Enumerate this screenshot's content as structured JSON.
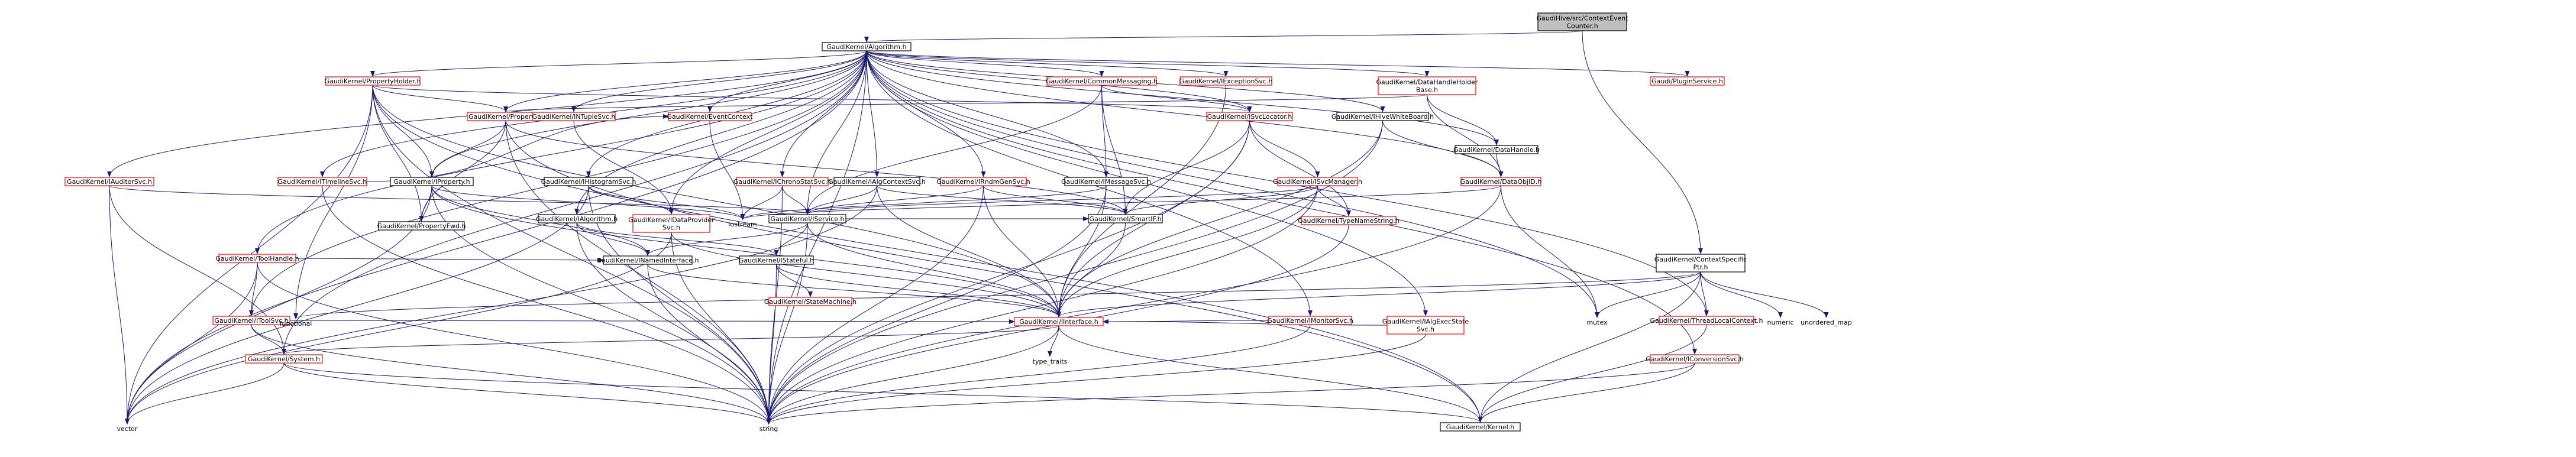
{
  "diagram": {
    "colors": {
      "edge": "#191970",
      "node_border_normal": "#000000",
      "node_border_linked": "#ff0000",
      "node_fill": "#ffffff",
      "root_fill": "#bfbfbf",
      "text": "#000000"
    },
    "nodes": [
      {
        "id": "root",
        "lines": [
          "GaudiHive/src/ContextEvent",
          "Counter.h"
        ],
        "style": "root"
      },
      {
        "id": "alg",
        "lines": [
          "GaudiKernel/Algorithm.h"
        ],
        "style": "normal"
      },
      {
        "id": "ctx",
        "lines": [
          "GaudiKernel/ContextSpecific",
          "Ptr.h"
        ],
        "style": "normal"
      },
      {
        "id": "iaudsvc",
        "lines": [
          "GaudiKernel/IAuditorSvc.h"
        ],
        "style": "linked"
      },
      {
        "id": "prophold",
        "lines": [
          "GaudiKernel/PropertyHolder.h"
        ],
        "style": "linked"
      },
      {
        "id": "itimsvc",
        "lines": [
          "GaudiKernel/ITimelineSvc.h"
        ],
        "style": "linked"
      },
      {
        "id": "itoolh",
        "lines": [
          "GaudiKernel/ToolHandle.h"
        ],
        "style": "linked"
      },
      {
        "id": "iprop",
        "lines": [
          "GaudiKernel/IProperty.h"
        ],
        "style": "normal"
      },
      {
        "id": "prop",
        "lines": [
          "GaudiKernel/Property.h"
        ],
        "style": "linked"
      },
      {
        "id": "intup",
        "lines": [
          "GaudiKernel/INTupleSvc.h"
        ],
        "style": "linked"
      },
      {
        "id": "ihist",
        "lines": [
          "GaudiKernel/IHistogramSvc.h"
        ],
        "style": "normal"
      },
      {
        "id": "ialg",
        "lines": [
          "GaudiKernel/IAlgorithm.h"
        ],
        "style": "normal"
      },
      {
        "id": "ievctx",
        "lines": [
          "GaudiKernel/EventContext"
        ],
        "style": "linked"
      },
      {
        "id": "ichrono",
        "lines": [
          "GaudiKernel/IChronoStatSvc.h"
        ],
        "style": "linked"
      },
      {
        "id": "idp",
        "lines": [
          "GaudiKernel/IDataProvider",
          "Svc.h"
        ],
        "style": "linked"
      },
      {
        "id": "ialgctx",
        "lines": [
          "GaudiKernel/IAlgContextSvc.h"
        ],
        "style": "normal"
      },
      {
        "id": "irndm",
        "lines": [
          "GaudiKernel/IRndmGenSvc.h"
        ],
        "style": "linked"
      },
      {
        "id": "commsg",
        "lines": [
          "GaudiKernel/CommonMessaging.h"
        ],
        "style": "linked"
      },
      {
        "id": "imsgsvc",
        "lines": [
          "GaudiKernel/IMessageSvc.h"
        ],
        "style": "normal"
      },
      {
        "id": "iexcsvc",
        "lines": [
          "GaudiKernel/IExceptionSvc.h"
        ],
        "style": "linked"
      },
      {
        "id": "isvcloc",
        "lines": [
          "GaudiKernel/ISvcLocator.h"
        ],
        "style": "linked"
      },
      {
        "id": "isvcman",
        "lines": [
          "GaudiKernel/ISvcManager.h"
        ],
        "style": "linked"
      },
      {
        "id": "typename",
        "lines": [
          "GaudiKernel/TypeNameString.h"
        ],
        "style": "linked"
      },
      {
        "id": "ihive",
        "lines": [
          "GaudiKernel/IHiveWhiteBoard.h"
        ],
        "style": "normal"
      },
      {
        "id": "dhh",
        "lines": [
          "GaudiKernel/DataHandleHolder",
          "Base.h"
        ],
        "style": "linked"
      },
      {
        "id": "dh",
        "lines": [
          "GaudiKernel/DataHandle.h"
        ],
        "style": "normal"
      },
      {
        "id": "dataobjid",
        "lines": [
          "GaudiKernel/DataObjID.h"
        ],
        "style": "linked"
      },
      {
        "id": "imonsvc",
        "lines": [
          "GaudiKernel/IMonitorSvc.h"
        ],
        "style": "linked"
      },
      {
        "id": "ialgexec",
        "lines": [
          "GaudiKernel/IAlgExecState",
          "Svc.h"
        ],
        "style": "linked"
      },
      {
        "id": "plugin",
        "lines": [
          "Gaudi/PluginService.h"
        ],
        "style": "linked"
      },
      {
        "id": "propfwd",
        "lines": [
          "GaudiKernel/PropertyFwd.h"
        ],
        "style": "normal"
      },
      {
        "id": "itoolsvc",
        "lines": [
          "GaudiKernel/IToolSvc.h"
        ],
        "style": "linked"
      },
      {
        "id": "isvc",
        "lines": [
          "GaudiKernel/IService.h"
        ],
        "style": "normal"
      },
      {
        "id": "istate",
        "lines": [
          "GaudiKernel/IStateful.h"
        ],
        "style": "normal"
      },
      {
        "id": "statem",
        "lines": [
          "GaudiKernel/StateMachine.h"
        ],
        "style": "linked"
      },
      {
        "id": "inamed",
        "lines": [
          "GaudiKernel/INamedInterface.h"
        ],
        "style": "normal"
      },
      {
        "id": "smartif",
        "lines": [
          "GaudiKernel/SmartIF.h"
        ],
        "style": "normal"
      },
      {
        "id": "iface",
        "lines": [
          "GaudiKernel/IInterface.h"
        ],
        "style": "linked"
      },
      {
        "id": "system",
        "lines": [
          "GaudiKernel/System.h"
        ],
        "style": "linked"
      },
      {
        "id": "kernel",
        "lines": [
          "GaudiKernel/Kernel.h"
        ],
        "style": "normal"
      },
      {
        "id": "tlc",
        "lines": [
          "GaudiKernel/ThreadLocalContext.h"
        ],
        "style": "linked"
      },
      {
        "id": "iconv",
        "lines": [
          "GaudiKernel/IConversionSvc.h"
        ],
        "style": "linked"
      },
      {
        "id": "iostream",
        "lines": [
          "iostream"
        ],
        "style": "plain"
      },
      {
        "id": "functional",
        "lines": [
          "functional"
        ],
        "style": "plain"
      },
      {
        "id": "typetraits",
        "lines": [
          "type_traits"
        ],
        "style": "plain"
      },
      {
        "id": "vector",
        "lines": [
          "vector"
        ],
        "style": "plain"
      },
      {
        "id": "string",
        "lines": [
          "string"
        ],
        "style": "plain"
      },
      {
        "id": "mutex",
        "lines": [
          "mutex"
        ],
        "style": "plain"
      },
      {
        "id": "numeric",
        "lines": [
          "numeric"
        ],
        "style": "plain"
      },
      {
        "id": "umap",
        "lines": [
          "unordered_map"
        ],
        "style": "plain"
      }
    ],
    "edges": [
      [
        "root",
        "alg"
      ],
      [
        "root",
        "ctx"
      ],
      [
        "alg",
        "iaudsvc"
      ],
      [
        "alg",
        "prophold"
      ],
      [
        "alg",
        "itimsvc"
      ],
      [
        "alg",
        "itoolh"
      ],
      [
        "alg",
        "iprop"
      ],
      [
        "alg",
        "prop"
      ],
      [
        "alg",
        "intup"
      ],
      [
        "alg",
        "ihist"
      ],
      [
        "alg",
        "ialg"
      ],
      [
        "alg",
        "ievctx"
      ],
      [
        "alg",
        "ichrono"
      ],
      [
        "alg",
        "idp"
      ],
      [
        "alg",
        "ialgctx"
      ],
      [
        "alg",
        "irndm"
      ],
      [
        "alg",
        "commsg"
      ],
      [
        "alg",
        "imsgsvc"
      ],
      [
        "alg",
        "iexcsvc"
      ],
      [
        "alg",
        "isvcloc"
      ],
      [
        "alg",
        "ihive"
      ],
      [
        "alg",
        "dhh"
      ],
      [
        "alg",
        "dh"
      ],
      [
        "alg",
        "dataobjid"
      ],
      [
        "alg",
        "imonsvc"
      ],
      [
        "alg",
        "ialgexec"
      ],
      [
        "alg",
        "plugin"
      ],
      [
        "alg",
        "itoolsvc"
      ],
      [
        "alg",
        "isvc"
      ],
      [
        "alg",
        "system"
      ],
      [
        "alg",
        "vector"
      ],
      [
        "alg",
        "string"
      ],
      [
        "alg",
        "mutex"
      ],
      [
        "alg",
        "iconv"
      ],
      [
        "alg",
        "tlc"
      ],
      [
        "ctx",
        "iface"
      ],
      [
        "ctx",
        "tlc"
      ],
      [
        "ctx",
        "mutex"
      ],
      [
        "ctx",
        "numeric"
      ],
      [
        "ctx",
        "umap"
      ],
      [
        "ctx",
        "functional"
      ],
      [
        "ctx",
        "kernel"
      ],
      [
        "prophold",
        "prop"
      ],
      [
        "prophold",
        "iprop"
      ],
      [
        "prophold",
        "isvcloc"
      ],
      [
        "prophold",
        "propfwd"
      ],
      [
        "prophold",
        "iface"
      ],
      [
        "prophold",
        "vector"
      ],
      [
        "prophold",
        "string"
      ],
      [
        "prophold",
        "functional"
      ],
      [
        "prophold",
        "kernel"
      ],
      [
        "prop",
        "iprop"
      ],
      [
        "prop",
        "propfwd"
      ],
      [
        "prop",
        "smartif"
      ],
      [
        "prop",
        "string"
      ],
      [
        "prop",
        "kernel"
      ],
      [
        "iprop",
        "propfwd"
      ],
      [
        "iprop",
        "inamed"
      ],
      [
        "iprop",
        "iface"
      ],
      [
        "iprop",
        "iostream"
      ],
      [
        "iprop",
        "vector"
      ],
      [
        "iprop",
        "string"
      ],
      [
        "itimsvc",
        "ievctx"
      ],
      [
        "itimsvc",
        "string"
      ],
      [
        "iaudsvc",
        "isvc"
      ],
      [
        "iaudsvc",
        "system"
      ],
      [
        "iaudsvc",
        "vector"
      ],
      [
        "itoolh",
        "itoolsvc"
      ],
      [
        "itoolh",
        "inamed"
      ],
      [
        "itoolh",
        "vector"
      ],
      [
        "itoolh",
        "string"
      ],
      [
        "itoolsvc",
        "iface"
      ],
      [
        "itoolsvc",
        "system"
      ],
      [
        "itoolsvc",
        "functional"
      ],
      [
        "itoolsvc",
        "string"
      ],
      [
        "intup",
        "idp"
      ],
      [
        "ihist",
        "idp"
      ],
      [
        "ihist",
        "vector"
      ],
      [
        "ihist",
        "string"
      ],
      [
        "ihist",
        "iostream"
      ],
      [
        "ialg",
        "inamed"
      ],
      [
        "ialg",
        "istate"
      ],
      [
        "ialg",
        "string"
      ],
      [
        "ievctx",
        "iostream"
      ],
      [
        "ichrono",
        "isvc"
      ],
      [
        "ichrono",
        "string"
      ],
      [
        "ichrono",
        "iostream"
      ],
      [
        "idp",
        "iface"
      ],
      [
        "idp",
        "string"
      ],
      [
        "idp",
        "vector"
      ],
      [
        "ialgctx",
        "isvc"
      ],
      [
        "ialgctx",
        "iface"
      ],
      [
        "ialgctx",
        "smartif"
      ],
      [
        "ialgctx",
        "vector"
      ],
      [
        "irndm",
        "isvc"
      ],
      [
        "irndm",
        "iface"
      ],
      [
        "irndm",
        "smartif"
      ],
      [
        "irndm",
        "string"
      ],
      [
        "commsg",
        "imsgsvc"
      ],
      [
        "commsg",
        "isvcloc"
      ],
      [
        "commsg",
        "smartif"
      ],
      [
        "commsg",
        "isvc"
      ],
      [
        "imsgsvc",
        "iface"
      ],
      [
        "imsgsvc",
        "string"
      ],
      [
        "imsgsvc",
        "iostream"
      ],
      [
        "iexcsvc",
        "iface"
      ],
      [
        "isvcloc",
        "isvcman"
      ],
      [
        "isvcloc",
        "typename"
      ],
      [
        "isvcloc",
        "smartif"
      ],
      [
        "isvcloc",
        "iface"
      ],
      [
        "isvcloc",
        "string"
      ],
      [
        "isvcman",
        "isvc"
      ],
      [
        "isvcman",
        "iface"
      ],
      [
        "isvcman",
        "smartif"
      ],
      [
        "isvcman",
        "typename"
      ],
      [
        "isvcman",
        "string"
      ],
      [
        "typename",
        "string"
      ],
      [
        "ihive",
        "dataobjid"
      ],
      [
        "ihive",
        "iface"
      ],
      [
        "ihive",
        "string"
      ],
      [
        "dhh",
        "dh"
      ],
      [
        "dhh",
        "dataobjid"
      ],
      [
        "dhh",
        "prop"
      ],
      [
        "dh",
        "dataobjid"
      ],
      [
        "dataobjid",
        "mutex"
      ],
      [
        "dataobjid",
        "string"
      ],
      [
        "dataobjid",
        "iostream"
      ],
      [
        "imonsvc",
        "iface"
      ],
      [
        "imonsvc",
        "string"
      ],
      [
        "ialgexec",
        "iface"
      ],
      [
        "ialgexec",
        "string"
      ],
      [
        "isvc",
        "inamed"
      ],
      [
        "isvc",
        "istate"
      ],
      [
        "isvc",
        "smartif"
      ],
      [
        "isvc",
        "iface"
      ],
      [
        "isvc",
        "string"
      ],
      [
        "istate",
        "statem"
      ],
      [
        "istate",
        "iface"
      ],
      [
        "istate",
        "string"
      ],
      [
        "inamed",
        "iface"
      ],
      [
        "inamed",
        "string"
      ],
      [
        "smartif",
        "iface"
      ],
      [
        "iface",
        "system"
      ],
      [
        "iface",
        "kernel"
      ],
      [
        "iface",
        "typetraits"
      ],
      [
        "iface",
        "string"
      ],
      [
        "system",
        "kernel"
      ],
      [
        "system",
        "string"
      ],
      [
        "system",
        "vector"
      ],
      [
        "tlc",
        "kernel"
      ],
      [
        "iconv",
        "string"
      ],
      [
        "iconv",
        "kernel"
      ]
    ]
  }
}
